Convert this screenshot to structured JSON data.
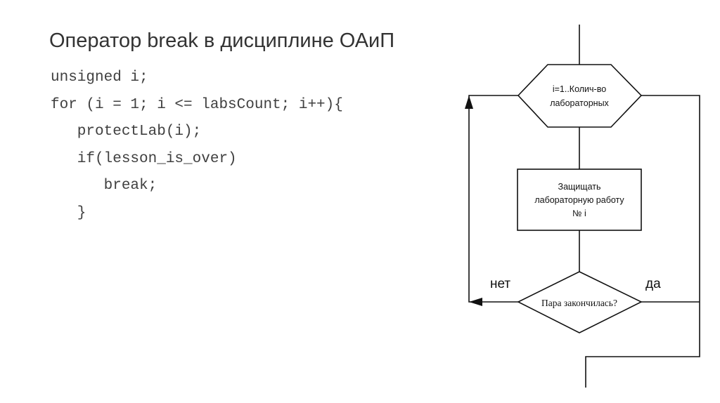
{
  "slide": {
    "title": "Оператор break в дисциплине ОАиП",
    "code_lines": [
      "unsigned i;",
      "for (i = 1; i <= labsCount; i++){",
      "   protectLab(i);",
      "   if(lesson_is_over)",
      "      break;",
      "   }"
    ]
  },
  "flowchart": {
    "loop_line1": "i=1..Колич-во",
    "loop_line2": "лабораторных",
    "process_line1": "Защищать",
    "process_line2": "лабораторную работу",
    "process_line3": "№ i",
    "decision": "Пара закончилась?",
    "no_label": "нет",
    "yes_label": "да"
  }
}
